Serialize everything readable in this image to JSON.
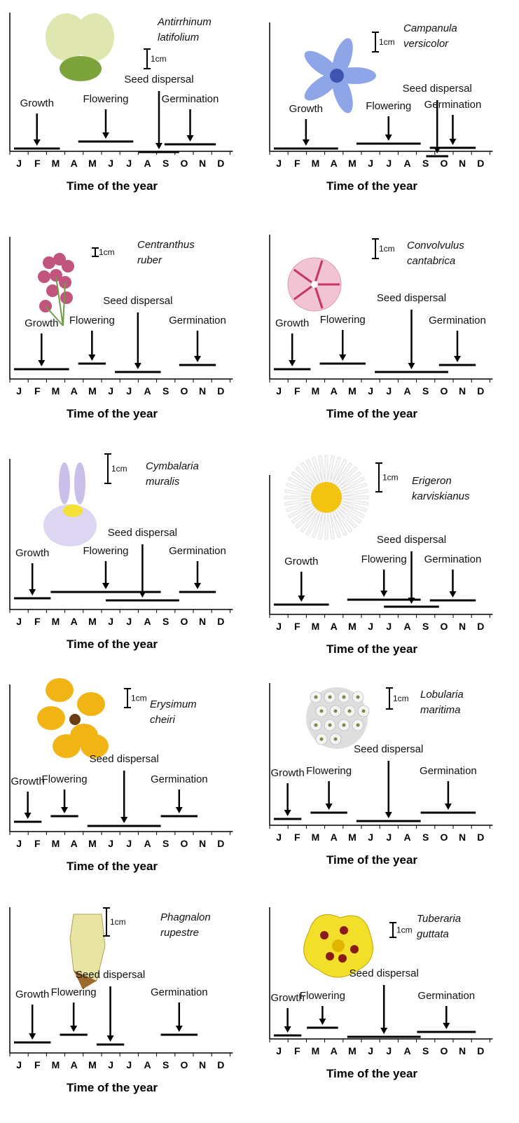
{
  "months": [
    "J",
    "F",
    "M",
    "A",
    "M",
    "J",
    "J",
    "A",
    "S",
    "O",
    "N",
    "D"
  ],
  "xlabel": "Time of the year",
  "scale_label": "1cm",
  "stage_labels": {
    "growth": "Growth",
    "flowering": "Flowering",
    "seed": "Seed dispersal",
    "germination": "Germination"
  },
  "panels": [
    {
      "species_line1": "Antirrhinum",
      "species_line2": "latifolium",
      "flower_color": "#dfe6b0",
      "flower_accent": "#7da33c"
    },
    {
      "species_line1": "Campanula",
      "species_line2": "versicolor",
      "flower_color": "#8ea6e8",
      "flower_accent": "#3d55b0"
    },
    {
      "species_line1": "Centranthus",
      "species_line2": "ruber",
      "flower_color": "#c2557e",
      "flower_accent": "#6e9a4a"
    },
    {
      "species_line1": "Convolvulus",
      "species_line2": "cantabrica",
      "flower_color": "#f2c3d2",
      "flower_accent": "#c5356a"
    },
    {
      "species_line1": "Cymbalaria",
      "species_line2": "muralis",
      "flower_color": "#ddd6f2",
      "flower_accent": "#f5e13a"
    },
    {
      "species_line1": "Erigeron",
      "species_line2": "karviskianus",
      "flower_color": "#f7f7f7",
      "flower_accent": "#f2c40f"
    },
    {
      "species_line1": "Erysimum",
      "species_line2": "cheiri",
      "flower_color": "#f0b414",
      "flower_accent": "#6b3b12"
    },
    {
      "species_line1": "Lobularia",
      "species_line2": "maritima",
      "flower_color": "#f4f4f4",
      "flower_accent": "#7a8a45"
    },
    {
      "species_line1": "Phagnalon",
      "species_line2": "rupestre",
      "flower_color": "#e8e4a2",
      "flower_accent": "#9c6a2a"
    },
    {
      "species_line1": "Tuberaria",
      "species_line2": "guttata",
      "flower_color": "#f2df2a",
      "flower_accent": "#8a1a14"
    }
  ],
  "chart_data": [
    {
      "type": "timeline",
      "species": "Antirrhinum latifolium",
      "phenology_months": {
        "growth": [
          1,
          3.5
        ],
        "flowering": [
          4.5,
          7.5
        ],
        "seed_dispersal": [
          7.8,
          10
        ],
        "germination": [
          9.2,
          12
        ]
      }
    },
    {
      "type": "timeline",
      "species": "Campanula versicolor",
      "phenology_months": {
        "growth": [
          1,
          4.5
        ],
        "flowering": [
          5.5,
          9
        ],
        "seed_dispersal": [
          9.3,
          10.5
        ],
        "germination": [
          9.5,
          12
        ]
      }
    },
    {
      "type": "timeline",
      "species": "Centranthus ruber",
      "phenology_months": {
        "growth": [
          1,
          4
        ],
        "flowering": [
          4.5,
          6
        ],
        "seed_dispersal": [
          6.5,
          9
        ],
        "germination": [
          10,
          12
        ]
      }
    },
    {
      "type": "timeline",
      "species": "Convolvulus cantabrica",
      "phenology_months": {
        "growth": [
          1,
          3
        ],
        "flowering": [
          3.5,
          6
        ],
        "seed_dispersal": [
          6.5,
          10.5
        ],
        "germination": [
          10,
          12
        ]
      }
    },
    {
      "type": "timeline",
      "species": "Cymbalaria muralis",
      "phenology_months": {
        "growth": [
          1,
          3
        ],
        "flowering": [
          3,
          9
        ],
        "seed_dispersal": [
          6,
          10
        ],
        "germination": [
          10,
          12
        ]
      }
    },
    {
      "type": "timeline",
      "species": "Erigeron karviskianus",
      "phenology_months": {
        "growth": [
          1,
          4
        ],
        "flowering": [
          5,
          9
        ],
        "seed_dispersal": [
          7,
          10
        ],
        "germination": [
          9.5,
          12
        ]
      }
    },
    {
      "type": "timeline",
      "species": "Erysimum cheiri",
      "phenology_months": {
        "growth": [
          1,
          2.5
        ],
        "flowering": [
          3,
          4.5
        ],
        "seed_dispersal": [
          5,
          9
        ],
        "germination": [
          9,
          11
        ]
      }
    },
    {
      "type": "timeline",
      "species": "Lobularia maritima",
      "phenology_months": {
        "growth": [
          1,
          2.5
        ],
        "flowering": [
          3,
          5
        ],
        "seed_dispersal": [
          5.5,
          9
        ],
        "germination": [
          9,
          12
        ]
      }
    },
    {
      "type": "timeline",
      "species": "Phagnalon rupestre",
      "phenology_months": {
        "growth": [
          1,
          3
        ],
        "flowering": [
          3.5,
          5
        ],
        "seed_dispersal": [
          5.5,
          7
        ],
        "germination": [
          9,
          11
        ]
      }
    },
    {
      "type": "timeline",
      "species": "Tuberaria guttata",
      "phenology_months": {
        "growth": [
          1,
          2.5
        ],
        "flowering": [
          2.8,
          4.5
        ],
        "seed_dispersal": [
          5,
          9
        ],
        "germination": [
          8.8,
          12
        ]
      }
    }
  ]
}
